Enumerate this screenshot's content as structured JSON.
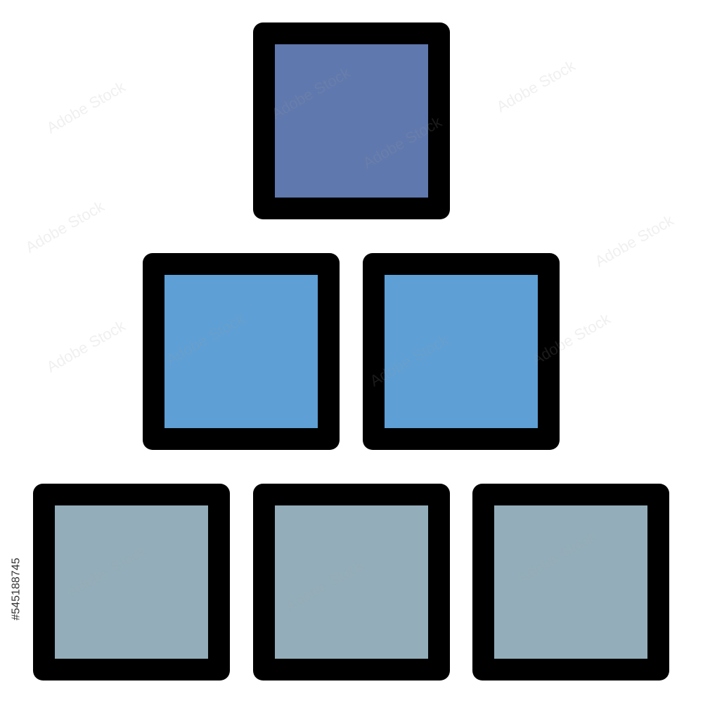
{
  "icon": {
    "name": "pyramid-blocks-icon",
    "outline_color": "#000000",
    "rows": [
      {
        "row": "top",
        "color": "#5f78ad",
        "count": 1
      },
      {
        "row": "middle",
        "color": "#5e9fd5",
        "count": 2
      },
      {
        "row": "bottom",
        "color": "#93aeba",
        "count": 3
      }
    ]
  },
  "watermark": {
    "text": "Adobe Stock",
    "stock_id": "#545188745"
  }
}
